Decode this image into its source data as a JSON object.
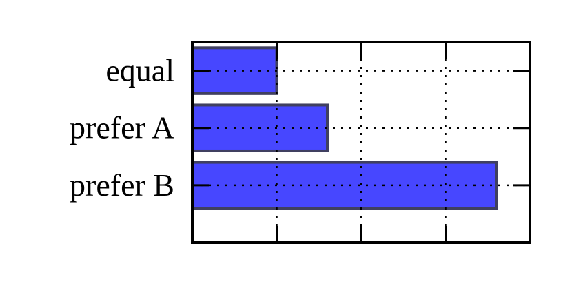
{
  "chart_data": {
    "type": "bar",
    "orientation": "horizontal",
    "categories": [
      "equal",
      "prefer A",
      "prefer B"
    ],
    "values": [
      1.0,
      1.6,
      3.6
    ],
    "xlim": [
      0,
      4
    ],
    "xticks": [
      0,
      1,
      2,
      3,
      4
    ],
    "xtick_labels_visible": false,
    "title": "",
    "xlabel": "",
    "ylabel": "",
    "grid": true,
    "grid_style": "dotted",
    "legend": "none",
    "colors": {
      "bar_fill": "#4747ff",
      "bar_edge": "#404060",
      "axes": "#000000",
      "grid": "#000000"
    }
  }
}
